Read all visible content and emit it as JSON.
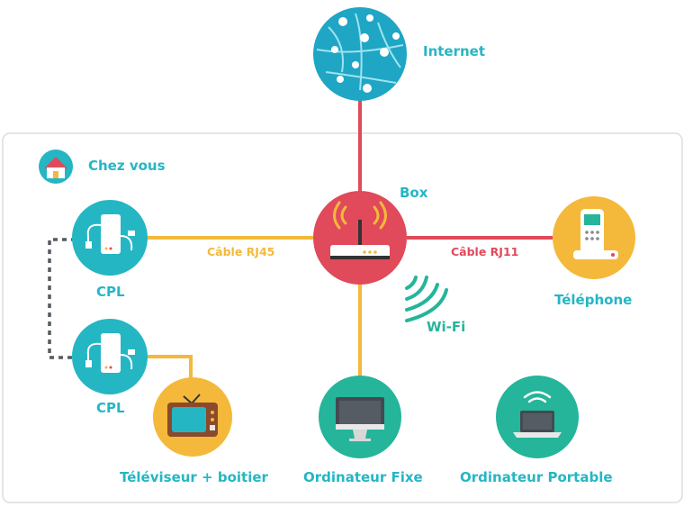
{
  "internet": {
    "label": "Internet"
  },
  "home": {
    "label": "Chez vous"
  },
  "box": {
    "label": "Box"
  },
  "cable_rj45": {
    "label": "Câble RJ45"
  },
  "cable_rj11": {
    "label": "Câble RJ11"
  },
  "wifi": {
    "label": "Wi-Fi"
  },
  "telephone": {
    "label": "Téléphone"
  },
  "cpl_top": {
    "label": "CPL"
  },
  "cpl_bottom": {
    "label": "CPL"
  },
  "tv": {
    "label": "Téléviseur + boitier"
  },
  "desktop": {
    "label": "Ordinateur Fixe"
  },
  "laptop": {
    "label": "Ordinateur Portable"
  },
  "colors": {
    "teal": "#25b6c4",
    "red": "#e04a5a",
    "yellow": "#f4b93b",
    "green": "#25b59a",
    "dark_text": "#1fa9b8"
  },
  "icons": [
    "globe-icon",
    "house-icon",
    "router-icon",
    "phone-icon",
    "plug-icon",
    "tv-icon",
    "monitor-icon",
    "laptop-icon",
    "wifi-icon"
  ]
}
